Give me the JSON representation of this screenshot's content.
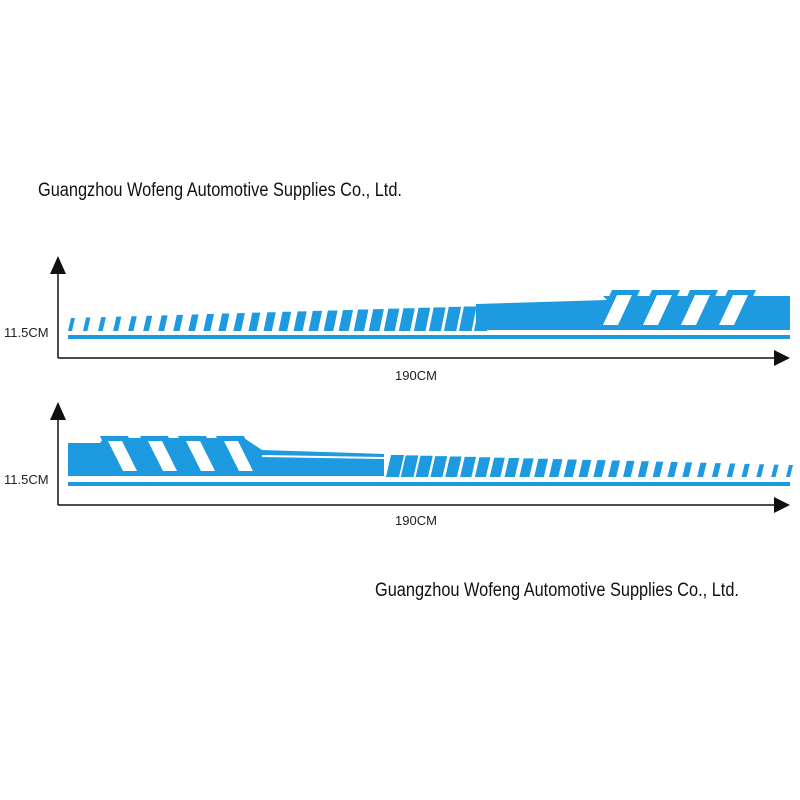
{
  "watermark_top": "Guangzhou Wofeng Automotive Supplies Co., Ltd.",
  "watermark_bottom": "Guangzhou Wofeng Automotive Supplies Co., Ltd.",
  "decal_top": {
    "height_label": "11.5CM",
    "width_label": "190CM"
  },
  "decal_bottom": {
    "height_label": "11.5CM",
    "width_label": "190CM"
  },
  "colors": {
    "stripe": "#1e9be0",
    "axis": "#111111",
    "text": "#222222"
  },
  "icons": {
    "axis_up": "arrow-up-icon",
    "axis_right": "arrow-right-icon"
  }
}
